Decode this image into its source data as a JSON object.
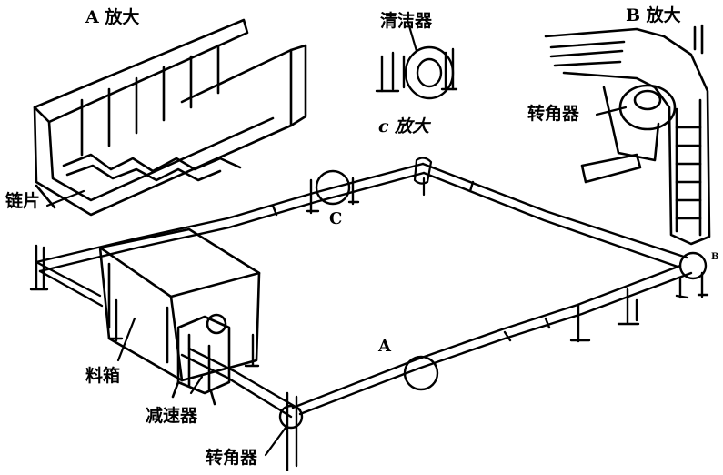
{
  "labels": {
    "a_enlarged": "A 放大",
    "cleaner": "清洁器",
    "b_enlarged": "B 放大",
    "corner_wheel_top": "转角器",
    "c_enlarged": "c 放大",
    "chain_plate": "链片",
    "marker_c": "C",
    "marker_a": "A",
    "marker_b": "B",
    "hopper": "料箱",
    "reducer": "减速器",
    "corner_wheel_bottom": "转角器"
  },
  "colors": {
    "ink": "#000000",
    "paper": "#ffffff"
  }
}
